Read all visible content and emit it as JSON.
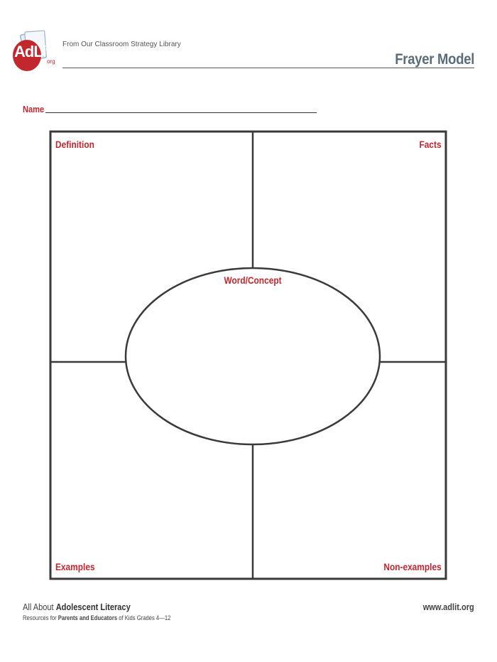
{
  "header": {
    "logo_text": "AdLit",
    "logo_suffix": "org",
    "tagline": "From Our Classroom Strategy Library",
    "title": "Frayer Model"
  },
  "form": {
    "name_label": "Name"
  },
  "diagram": {
    "top_left": "Definition",
    "top_right": "Facts",
    "center": "Word/Concept",
    "bottom_left": "Examples",
    "bottom_right": "Non-examples"
  },
  "footer": {
    "line1_prefix": "All About ",
    "line1_bold": "Adolescent Literacy",
    "line2_prefix": "Resources for ",
    "line2_bold": "Parents and Educators",
    "line2_suffix": " of Kids Grades 4—12",
    "url": "www.adlit.org"
  },
  "colors": {
    "accent": "#c1272d",
    "title": "#5a6b7a"
  }
}
